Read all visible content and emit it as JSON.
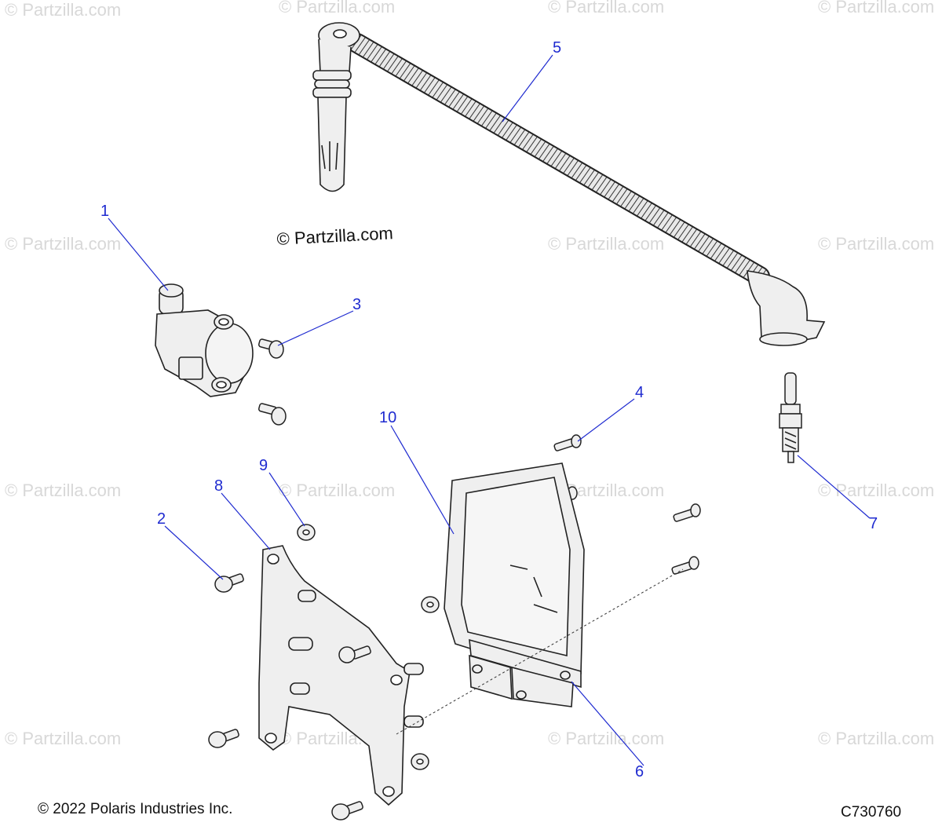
{
  "watermark": {
    "text": "© Partzilla.com",
    "color": "#d8d8d8"
  },
  "center_credit": "© Partzilla.com",
  "copyright": "© 2022 Polaris Industries Inc.",
  "diagram_code": "C730760",
  "callout_color": "#1f2bd0",
  "callouts": [
    {
      "id": "1",
      "label": "1"
    },
    {
      "id": "2",
      "label": "2"
    },
    {
      "id": "3",
      "label": "3"
    },
    {
      "id": "4",
      "label": "4"
    },
    {
      "id": "5",
      "label": "5"
    },
    {
      "id": "6",
      "label": "6"
    },
    {
      "id": "7",
      "label": "7"
    },
    {
      "id": "8",
      "label": "8"
    },
    {
      "id": "9",
      "label": "9"
    },
    {
      "id": "10",
      "label": "10"
    }
  ],
  "parts": [
    {
      "name": "ignition-coil-icon"
    },
    {
      "name": "bolt-icon"
    },
    {
      "name": "screw-icon"
    },
    {
      "name": "spark-plug-wire-icon"
    },
    {
      "name": "ecu-module-icon"
    },
    {
      "name": "spark-plug-icon"
    },
    {
      "name": "mounting-bracket-icon"
    },
    {
      "name": "nut-icon"
    }
  ]
}
